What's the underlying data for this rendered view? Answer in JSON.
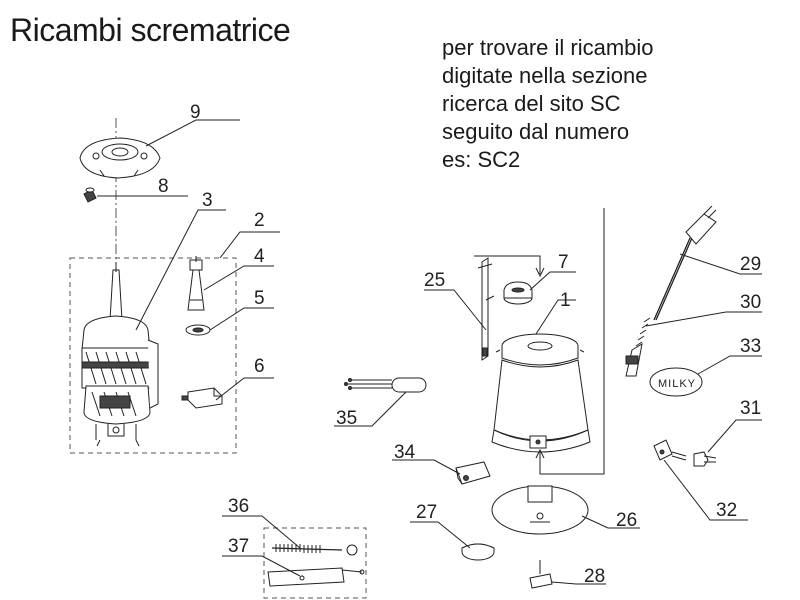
{
  "title": "Ricambi scrematrice",
  "instructions": [
    "per trovare il ricambio",
    "digitate nella sezione",
    "ricerca del sito SC",
    "seguito dal numero",
    "es: SC2"
  ],
  "parts": {
    "p1": "1",
    "p2": "2",
    "p3": "3",
    "p4": "4",
    "p5": "5",
    "p6": "6",
    "p7": "7",
    "p8": "8",
    "p9": "9",
    "p25": "25",
    "p26": "26",
    "p27": "27",
    "p28": "28",
    "p29": "29",
    "p30": "30",
    "p31": "31",
    "p32": "32",
    "p33": "33",
    "p34": "34",
    "p35": "35",
    "p36": "36",
    "p37": "37"
  },
  "labels": {
    "milky": "MILKY"
  }
}
